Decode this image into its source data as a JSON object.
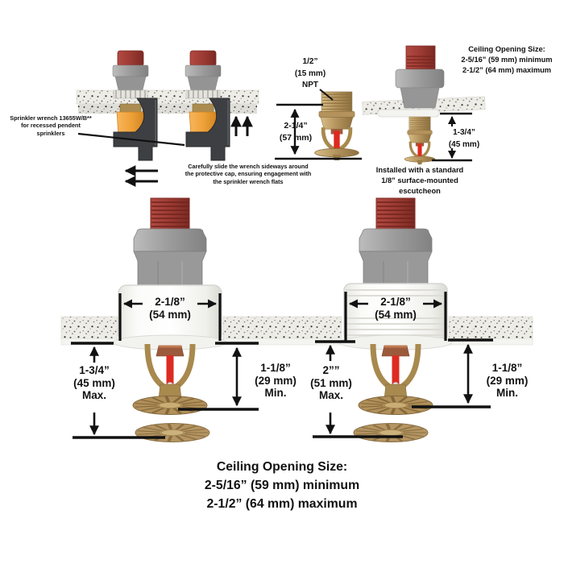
{
  "colors": {
    "pipe_red": "#9c3a33",
    "metal_gray": "#9b9b9b",
    "brass": "#b3925c",
    "bulb_red": "#de2a20",
    "cap_orange": "#f0a23a",
    "wrench_dark": "#3d3f43",
    "tile_white": "#edece7",
    "dimension_black": "#111111"
  },
  "wrench_section": {
    "note": "Sprinkler wrench 13655W/B**\nfor recessed pendent\nsprinklers",
    "caption": "Carefully slide the wrench sideways around\nthe protective cap, ensuring engagement with\nthe sprinkler wrench flats"
  },
  "thread_detail": {
    "thread_label": "1/2”\n(15 mm)\nNPT",
    "height_dim": "2-1/4”\n(57 mm)"
  },
  "escutcheon_detail": {
    "ceiling_opening_note": "Ceiling Opening Size:\n2-5/16” (59 mm) minimum\n2-1/2” (64 mm) maximum",
    "recess_dim": "1-3/4”\n(45 mm)",
    "note": "Installed with a standard\n1/8” surface-mounted\nescutcheon"
  },
  "recessed_left": {
    "opening_dim": "2-1/8”\n(54 mm)",
    "max_recess_dim": "1-3/4”\n(45 mm)\nMax.",
    "min_recess_dim": "1-1/8”\n(29 mm)\nMin."
  },
  "recessed_right": {
    "opening_dim": "2-1/8”\n(54 mm)",
    "max_recess_dim": "2””\n(51 mm)\nMax.",
    "min_recess_dim": "1-1/8”\n(29 mm)\nMin."
  },
  "footer": {
    "text": "Ceiling Opening Size:\n2-5/16” (59 mm) minimum\n2-1/2” (64 mm) maximum"
  }
}
